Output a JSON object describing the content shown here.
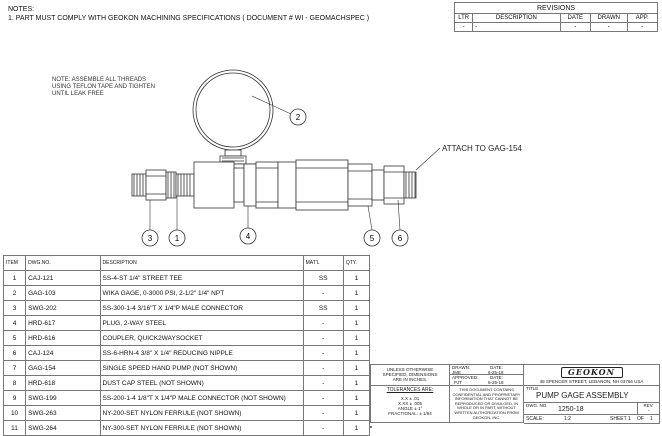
{
  "notes": {
    "title": "NOTES:",
    "note_1": "1.  PART MUST COMPLY WITH GEOKON MACHINING SPECIFICATIONS ( DOCUMENT # WI - GEOMACHSPEC )",
    "assemble_note": "NOTE: ASSEMBLE ALL THREADS\nUSING TEFLON TAPE AND TIGHTEN\nUNTIL LEAK FREE"
  },
  "revisions": {
    "title": "REVISIONS",
    "headers": [
      "LTR",
      "DESCRIPTION",
      "DATE",
      "DRAWN",
      "APP."
    ],
    "row": [
      "-",
      "-",
      "-",
      "-",
      "-"
    ]
  },
  "drawing": {
    "attach_label": "ATTACH TO GAG-154",
    "balloons": [
      "1",
      "2",
      "3",
      "4",
      "5",
      "6"
    ]
  },
  "bom": {
    "headers": [
      "ITEM",
      "DWG.NO.",
      "DESCRIPTION",
      "MAT'L",
      "QTY."
    ],
    "rows": [
      [
        "1",
        "CAJ-121",
        "SS-4-ST 1/4\" STREET TEE",
        "SS",
        "1"
      ],
      [
        "2",
        "GAG-103",
        "WIKA GAGE, 0-3000 PSI, 2-1/2\" 1/4\" NPT",
        "-",
        "1"
      ],
      [
        "3",
        "SWG-202",
        "SS-300-1-4 3/16\"T X 1/4\"P MALE CONNECTOR",
        "SS",
        "1"
      ],
      [
        "4",
        "HRD-617",
        "PLUG, 2-WAY STEEL",
        "-",
        "1"
      ],
      [
        "5",
        "HRD-616",
        "COUPLER, QUICK2WAYSOCKET",
        "-",
        "1"
      ],
      [
        "6",
        "CAJ-124",
        "SS-6-HRN-4 3/8\" X 1/4\" REDUCING NIPPLE",
        "-",
        "1"
      ],
      [
        "7",
        "GAG-154",
        "SINGLE SPEED HAND PUMP (NOT SHOWN)",
        "-",
        "1"
      ],
      [
        "8",
        "HRD-618",
        "DUST CAP STEEL (NOT SHOWN)",
        "-",
        "1"
      ],
      [
        "9",
        "SWG-199",
        "SS-200-1-4 1/8\"T X 1/4\"P MALE CONNECTOR (NOT SHOWN)",
        "-",
        "1"
      ],
      [
        "10",
        "SWG-263",
        "NY-200-SET NYLON FERRULE (NOT SHOWN)",
        "-",
        "1"
      ],
      [
        "11",
        "SWG-264",
        "NY-300-SET NYLON FERRULE (NOT SHOWN)",
        "-",
        "1"
      ]
    ]
  },
  "title_block": {
    "unless": "UNLESS OTHERWISE\nSPECIFIED, DIMENSIONS\nARE IN INCHES.",
    "tolerances_title": "TOLERANCES ARE:",
    "tolerances": "X.X ± .01\nX.XX ± .005\nANGLE ± 1°\nFRACTIONAL: ± 1/64",
    "drawn_label": "DRAWN:",
    "drawn_by": "JME",
    "drawn_date_label": "DATE:",
    "drawn_date": "6-25-18",
    "approved_label": "APPROVED:",
    "approved_by": "PJT",
    "approved_date_label": "DATE:",
    "approved_date": "6-25-18",
    "confidential": "THIS DOCUMENT CONTAINS\nCONFIDENTIAL AND PROPRIETARY\nINFORMATION THAT CANNOT BE\nREPRODUCED OR DIVULGED, IN\nWHOLE OR IN PART, WITHOUT\nWRITTEN AUTHORIZATION FROM\nGEOKON, INC.",
    "logo_text": "GEOKON",
    "address": "48 SPENCER STREET, LEBANON, NH 03766 USA",
    "title_label": "TITLE",
    "title": "PUMP GAGE ASSEMBLY",
    "dwg_no_label": "DWG. NO.",
    "dwg_no": "1250-18",
    "rev_label": "REV.",
    "rev": "-",
    "scale_label": "SCALE:",
    "scale": "1:2",
    "sheet_label": "SHEET",
    "sheet": "1",
    "of_label": "OF",
    "of": "1"
  }
}
